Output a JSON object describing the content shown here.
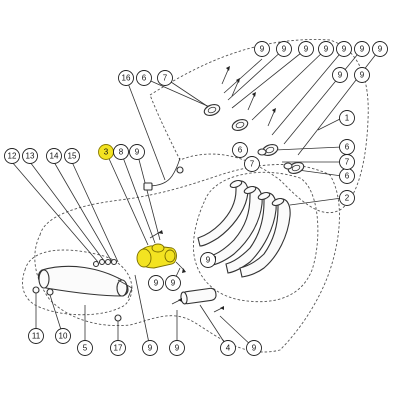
{
  "diagram": {
    "highlighted_part": "3",
    "highlight_color": "#f3e321",
    "callouts": [
      {
        "id": "c1",
        "label": "1"
      },
      {
        "id": "c2",
        "label": "2"
      },
      {
        "id": "c3",
        "label": "3",
        "highlight": true
      },
      {
        "id": "c4",
        "label": "4"
      },
      {
        "id": "c5",
        "label": "5"
      },
      {
        "id": "c6a",
        "label": "6"
      },
      {
        "id": "c6b",
        "label": "6"
      },
      {
        "id": "c6c",
        "label": "6"
      },
      {
        "id": "c6d",
        "label": "6"
      },
      {
        "id": "c7a",
        "label": "7"
      },
      {
        "id": "c7b",
        "label": "7"
      },
      {
        "id": "c7c",
        "label": "7"
      },
      {
        "id": "c8",
        "label": "8"
      },
      {
        "id": "c9a",
        "label": "9"
      },
      {
        "id": "c9b",
        "label": "9"
      },
      {
        "id": "c9c",
        "label": "9"
      },
      {
        "id": "c9d",
        "label": "9"
      },
      {
        "id": "c9e",
        "label": "9"
      },
      {
        "id": "c9f",
        "label": "9"
      },
      {
        "id": "c9g",
        "label": "9"
      },
      {
        "id": "c9h",
        "label": "9"
      },
      {
        "id": "c9i",
        "label": "9"
      },
      {
        "id": "c9j",
        "label": "9"
      },
      {
        "id": "c9k",
        "label": "9"
      },
      {
        "id": "c9l",
        "label": "9"
      },
      {
        "id": "c9m",
        "label": "9"
      },
      {
        "id": "c9n",
        "label": "9"
      },
      {
        "id": "c9o",
        "label": "9"
      },
      {
        "id": "c9p",
        "label": "9"
      },
      {
        "id": "c10",
        "label": "10"
      },
      {
        "id": "c11",
        "label": "11"
      },
      {
        "id": "c12",
        "label": "12"
      },
      {
        "id": "c13",
        "label": "13"
      },
      {
        "id": "c14",
        "label": "14"
      },
      {
        "id": "c15",
        "label": "15"
      },
      {
        "id": "c16",
        "label": "16"
      },
      {
        "id": "c17",
        "label": "17"
      }
    ]
  }
}
